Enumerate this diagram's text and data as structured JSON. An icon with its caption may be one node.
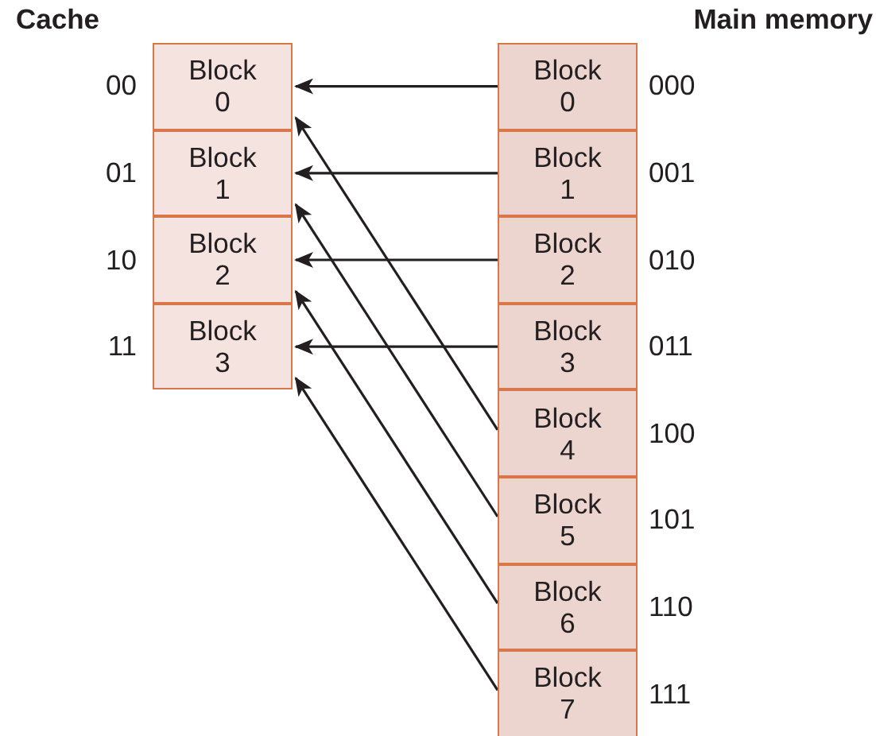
{
  "diagram": {
    "nodes": [
      {
        "text": [
          "Block 0"
        ],
        "beside": [
          "00"
        ]
      },
      {
        "text": [
          "Block 1"
        ],
        "beside": [
          "01"
        ]
      },
      {
        "text": [
          "Block 2"
        ],
        "beside": [
          "10"
        ]
      },
      {
        "text": [
          "Block 3"
        ],
        "beside": [
          "11"
        ]
      },
      {
        "text": [
          "Block 0"
        ],
        "beside": [
          "000"
        ]
      },
      {
        "text": [
          "Block 1"
        ],
        "beside": [
          "001"
        ]
      },
      {
        "text": [
          "Block 2"
        ],
        "beside": [
          "010"
        ]
      },
      {
        "text": [
          "Block 3"
        ],
        "beside": [
          "011"
        ]
      },
      {
        "text": [
          "Block 4"
        ],
        "beside": [
          "100"
        ]
      },
      {
        "text": [
          "Block 5"
        ],
        "beside": [
          "101"
        ]
      },
      {
        "text": [
          "Block 6"
        ],
        "beside": [
          "110"
        ]
      },
      {
        "text": [
          "Block 7"
        ],
        "beside": [
          "111"
        ]
      }
    ],
    "edges": [
      {
        "from": 4,
        "to": 0,
        "arrow": "to"
      },
      {
        "from": 5,
        "to": 1,
        "arrow": "to"
      },
      {
        "from": 6,
        "to": 2,
        "arrow": "to"
      },
      {
        "from": 7,
        "to": 3,
        "arrow": "to"
      },
      {
        "from": 8,
        "to": 0,
        "arrow": "to"
      },
      {
        "from": 9,
        "to": 1,
        "arrow": "to"
      },
      {
        "from": 10,
        "to": 2,
        "arrow": "to"
      },
      {
        "from": 11,
        "to": 3,
        "arrow": "to"
      }
    ],
    "labels": [
      "Cache",
      "Main memory"
    ]
  }
}
